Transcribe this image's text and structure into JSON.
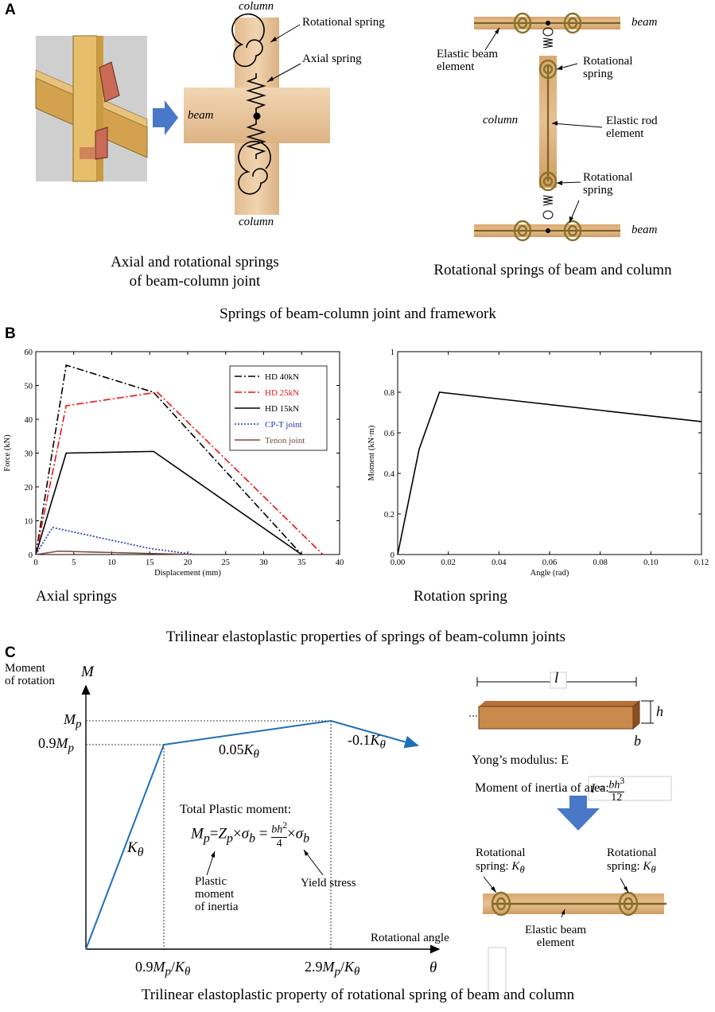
{
  "panel_a": {
    "letter": "A",
    "joint": {
      "column_top": "column",
      "column_bottom": "column",
      "beam": "beam",
      "rotational_spring": "Rotational spring",
      "axial_spring": "Axial spring"
    },
    "frame": {
      "beam_top": "beam",
      "beam_bottom": "beam",
      "column": "column",
      "elastic_beam_1": "Elastic beam",
      "elastic_beam_2": "element",
      "rot_spring_top_1": "Rotational",
      "rot_spring_top_2": "spring",
      "elastic_rod_1": "Elastic rod",
      "elastic_rod_2": "element",
      "rot_spring_bot_1": "Rotational",
      "rot_spring_bot_2": "spring"
    },
    "caption_left_1": "Axial and rotational springs",
    "caption_left_2": "of beam-column joint",
    "caption_right": "Rotational springs of beam and column",
    "caption_main": "Springs of beam-column joint and framework"
  },
  "panel_b": {
    "letter": "B",
    "caption_left": "Axial springs",
    "caption_right": "Rotation spring",
    "caption_main": "Trilinear elastoplastic properties of springs of beam-column joints"
  },
  "chart_data": [
    {
      "type": "line",
      "xlabel": "Displacement (mm)",
      "ylabel": "Force (kN)",
      "xlim": [
        0,
        40
      ],
      "ylim": [
        0,
        60
      ],
      "xticks": [
        0,
        5,
        10,
        15,
        20,
        25,
        30,
        35,
        40
      ],
      "yticks": [
        0,
        10,
        20,
        30,
        40,
        50,
        60
      ],
      "legend_position": "top-right",
      "series": [
        {
          "name": "HD 40kN",
          "color": "#000000",
          "style": "dashdot",
          "x": [
            0,
            4,
            15.5,
            35
          ],
          "y": [
            0,
            56,
            48,
            0
          ]
        },
        {
          "name": "HD 25kN",
          "color": "#ee1111",
          "style": "dashdot",
          "x": [
            0,
            4,
            16,
            37.8
          ],
          "y": [
            0,
            44,
            48,
            0
          ]
        },
        {
          "name": "HD 15kN",
          "color": "#000000",
          "style": "solid",
          "x": [
            0,
            4,
            15.5,
            35
          ],
          "y": [
            0,
            30,
            30.5,
            0
          ]
        },
        {
          "name": "CP-T joint",
          "color": "#2233bb",
          "style": "dotted",
          "x": [
            0,
            2.2,
            15,
            21
          ],
          "y": [
            0,
            8,
            1.8,
            0
          ]
        },
        {
          "name": "Tenon joint",
          "color": "#7a4a40",
          "style": "solid",
          "x": [
            0,
            3,
            15,
            21
          ],
          "y": [
            0,
            1,
            0.3,
            0
          ]
        }
      ]
    },
    {
      "type": "line",
      "xlabel": "Angle (rad)",
      "ylabel": "Moment (kN·m)",
      "xlim": [
        0,
        0.12
      ],
      "ylim": [
        0,
        1
      ],
      "xticks": [
        "0.00",
        "0.02",
        "0.04",
        "0.06",
        "0.08",
        "0.10",
        "0.12"
      ],
      "yticks": [
        "0",
        "0.2",
        "0.4",
        "0.6",
        "0.8",
        "1"
      ],
      "series": [
        {
          "color": "#000000",
          "style": "solid",
          "x": [
            0,
            0.0085,
            0.0165,
            0.12
          ],
          "y": [
            0,
            0.52,
            0.8,
            0.655
          ]
        }
      ]
    },
    {
      "type": "line",
      "xlabel": "Rotational angle",
      "ylabel": "Moment of rotation",
      "axis_symbol_y": "M",
      "axis_symbol_x": "θ",
      "series": [
        {
          "color": "#1e6fb8",
          "style": "solid",
          "points": [
            "origin",
            "(0.9Mp/Kθ, 0.9Mp)",
            "(2.9Mp/Kθ, Mp)",
            "softening -0.1Kθ"
          ]
        }
      ]
    }
  ],
  "panel_c": {
    "letter": "C",
    "moment_rotation_1": "Moment",
    "moment_rotation_2": "of rotation",
    "axis_m": "M",
    "axis_theta": "θ",
    "rotational_angle": "Rotational angle",
    "mp_sym": "M",
    "p_sub": "p",
    "k_sym": "K",
    "theta_sub": "θ",
    "coef_09": "0.9",
    "coef_005": "0.05",
    "coef_neg01": "-0.1",
    "coef_29": "2.9",
    "slash": "/",
    "total_plastic": "Total Plastic moment:",
    "plastic_moi_1": "Plastic",
    "plastic_moi_2": "moment",
    "plastic_moi_3": "of inertia",
    "yield_stress": "Yield stress",
    "beam_l": "l",
    "beam_h": "h",
    "beam_b": "b",
    "youngs": "Yong’s modulus: E",
    "moi_area": "Moment of inertia of area:",
    "rot_spring_1": "Rotational",
    "rot_spring_2": "spring:",
    "elastic_beam_1": "Elastic beam",
    "elastic_beam_2": "element",
    "caption_main": "Trilinear elastoplastic property of rotational spring of beam and column"
  },
  "colors": {
    "wood": "#e6bc8c",
    "wood_dark": "#c8935a",
    "blue_arrow": "#4472c4",
    "spring_gold": "#a08a30",
    "curve_blue": "#1e6fb8"
  }
}
